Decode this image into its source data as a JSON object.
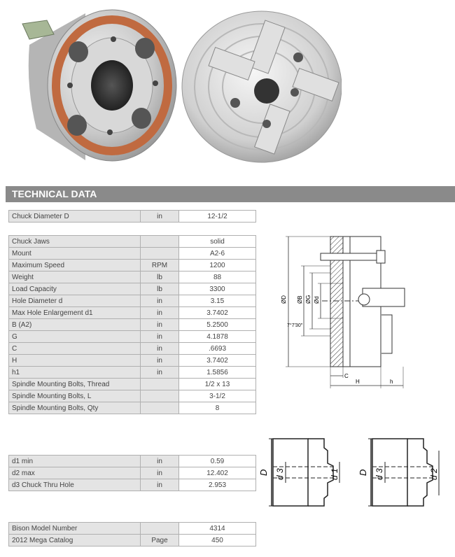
{
  "header": {
    "title": "TECHNICAL DATA"
  },
  "table_diameter": [
    {
      "label": "Chuck Diameter D",
      "unit": "in",
      "value": "12-1/2"
    }
  ],
  "table_main": [
    {
      "label": "Chuck Jaws",
      "unit": "",
      "value": "solid"
    },
    {
      "label": "Mount",
      "unit": "",
      "value": "A2-6"
    },
    {
      "label": "Maximum Speed",
      "unit": "RPM",
      "value": "1200"
    },
    {
      "label": "Weight",
      "unit": "lb",
      "value": "88"
    },
    {
      "label": "Load Capacity",
      "unit": "lb",
      "value": "3300"
    },
    {
      "label": "Hole Diameter d",
      "unit": "in",
      "value": "3.15"
    },
    {
      "label": "Max Hole Enlargement d1",
      "unit": "in",
      "value": "3.7402"
    },
    {
      "label": "B (A2)",
      "unit": "in",
      "value": "5.2500"
    },
    {
      "label": "G",
      "unit": "in",
      "value": "4.1878"
    },
    {
      "label": "C",
      "unit": "in",
      "value": ".6693"
    },
    {
      "label": "H",
      "unit": "in",
      "value": "3.7402"
    },
    {
      "label": "h1",
      "unit": "in",
      "value": "1.5856"
    },
    {
      "label": "Spindle Mounting Bolts, Thread",
      "unit": "",
      "value": "1/2 x 13"
    },
    {
      "label": "Spindle Mounting Bolts, L",
      "unit": "",
      "value": "3-1/2"
    },
    {
      "label": "Spindle Mounting Bolts, Qty",
      "unit": "",
      "value": "8"
    }
  ],
  "table_holes": [
    {
      "label": "d1 min",
      "unit": "in",
      "value": "0.59"
    },
    {
      "label": "d2 max",
      "unit": "in",
      "value": "12.402"
    },
    {
      "label": "d3 Chuck Thru Hole",
      "unit": "in",
      "value": "2.953"
    }
  ],
  "table_model": [
    {
      "label": "Bison Model Number",
      "unit": "",
      "value": "4314"
    },
    {
      "label": "2012 Mega Catalog",
      "unit": "Page",
      "value": "450"
    }
  ],
  "diagram_main": {
    "d": "ØD",
    "b": "ØB",
    "g": "ØG",
    "hole": "Ød",
    "angle": "7°7'30\"",
    "c": "C",
    "h": "H",
    "h1": "h"
  },
  "diagram_small_1": {
    "d": "D",
    "d3": "d 3",
    "d1": "d 1"
  },
  "diagram_small_2": {
    "d": "D",
    "d3": "d 3",
    "d2": "d 2"
  },
  "colors": {
    "header_bar": "#8a8a8a",
    "label_cell": "#e4e4e4",
    "border": "#b0b0b0"
  }
}
